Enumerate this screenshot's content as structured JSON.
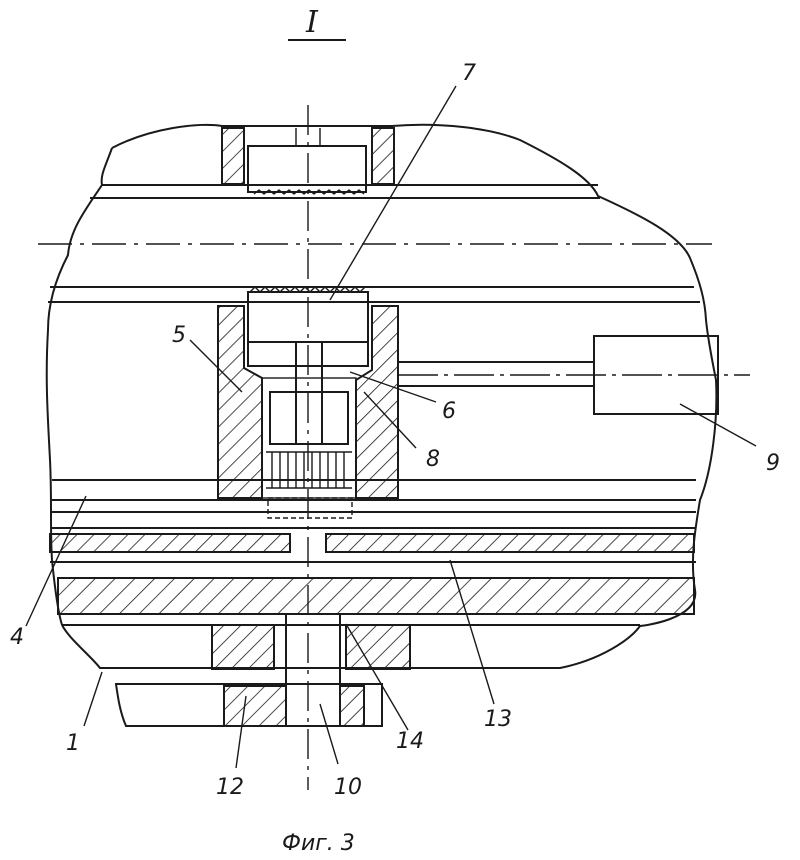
{
  "figure": {
    "section_label": "I",
    "caption": "Фиг. 3"
  },
  "callouts": [
    {
      "id": "1",
      "text": "1"
    },
    {
      "id": "4",
      "text": "4"
    },
    {
      "id": "5",
      "text": "5"
    },
    {
      "id": "6",
      "text": "6"
    },
    {
      "id": "7",
      "text": "7"
    },
    {
      "id": "8",
      "text": "8"
    },
    {
      "id": "9",
      "text": "9"
    },
    {
      "id": "10",
      "text": "10"
    },
    {
      "id": "12",
      "text": "12"
    },
    {
      "id": "13",
      "text": "13"
    },
    {
      "id": "14",
      "text": "14"
    }
  ],
  "colors": {
    "ink": "#1a1a1a",
    "paper": "#ffffff"
  }
}
